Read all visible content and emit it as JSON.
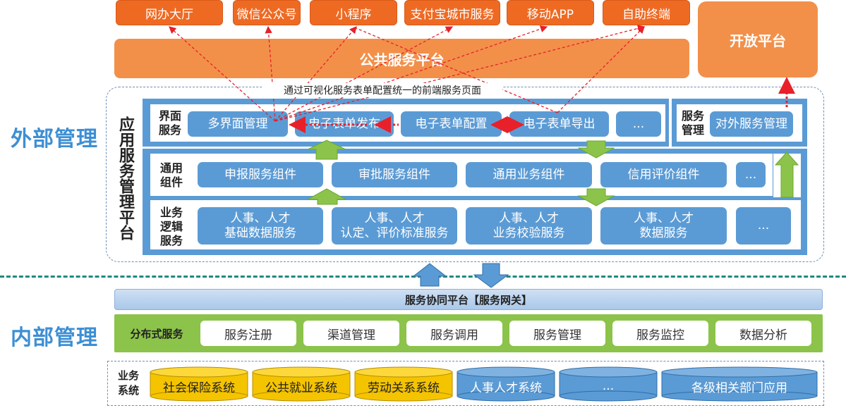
{
  "channels": [
    "网办大厅",
    "微信公众号",
    "小程序",
    "支付宝城市服务",
    "移动APP",
    "自助终端"
  ],
  "public_platform": "公共服务平台",
  "open_platform": "开放平台",
  "unify_label": "通过可视化服务表单配置统一的前端服务页面",
  "outer_title": "外部管理",
  "inner_title": "内部管理",
  "mgmt_platform_title": "应用服务管理平台",
  "ui_services": {
    "label": "界面\n服务",
    "items": [
      "多界面管理",
      "电子表单发布",
      "电子表单配置",
      "电子表单导出",
      "..."
    ]
  },
  "service_mgmt": {
    "label": "服务\n管理",
    "item": "对外服务管理"
  },
  "common_components": {
    "label": "通用\n组件",
    "items": [
      "申报服务组件",
      "审批服务组件",
      "通用业务组件",
      "信用评价组件",
      "..."
    ]
  },
  "business_logic": {
    "label": "业务\n逻辑\n服务",
    "items": [
      "人事、人才\n基础数据服务",
      "人事、人才\n认定、评价标准服务",
      "人事、人才\n业务校验服务",
      "人事、人才\n数据服务",
      "..."
    ]
  },
  "gateway": "服务协同平台【服务网关】",
  "distributed": {
    "label": "分布式服务",
    "items": [
      "服务注册",
      "渠道管理",
      "服务调用",
      "服务管理",
      "服务监控",
      "数据分析"
    ]
  },
  "business_systems": {
    "label": "业务\n系统",
    "items": [
      {
        "label": "社会保险系统",
        "color": "gold"
      },
      {
        "label": "公共就业系统",
        "color": "gold"
      },
      {
        "label": "劳动关系系统",
        "color": "gold"
      },
      {
        "label": "人事人才系统",
        "color": "blue"
      },
      {
        "label": "...",
        "color": "blue"
      },
      {
        "label": "各级相关部门应用",
        "color": "blue"
      }
    ]
  },
  "colors": {
    "orange": "#ee6a23",
    "light_orange": "#f2904a",
    "blue": "#5b9bd5",
    "green": "#8cc34a",
    "title_blue": "#3d8fd4",
    "arrow_red": "#e8202a"
  }
}
